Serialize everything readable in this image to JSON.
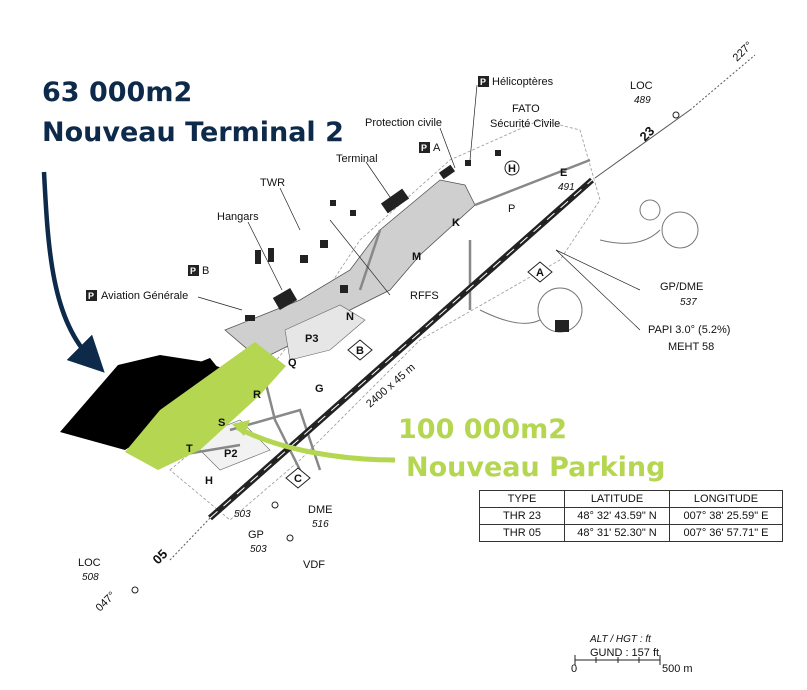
{
  "callouts": {
    "terminal_area": "63 000m2",
    "terminal_name": "Nouveau Terminal 2",
    "parking_area": "100 000m2",
    "parking_name": "Nouveau Parking"
  },
  "labels": {
    "helicopteres": "Hélicoptères",
    "fato": "FATO",
    "securite_civile": "Sécurité Civile",
    "protection_civile": "Protection civile",
    "terminal": "Terminal",
    "twr": "TWR",
    "hangars": "Hangars",
    "aviation_generale": "Aviation Générale",
    "rffs": "RFFS",
    "runway_dims": "2400 x 45 m",
    "gp_dme": "GP/DME",
    "gp_dme_alt": "537",
    "papi": "PAPI 3.0° (5.2%)",
    "meht": "MEHT 58",
    "loc_ne": "LOC",
    "loc_ne_alt": "489",
    "hdg_227": "227°",
    "loc_sw": "LOC",
    "loc_sw_alt": "508",
    "hdg_047": "047°",
    "gp_sw": "GP",
    "gp_sw_alt": "503",
    "dme_sw": "DME",
    "dme_sw_alt": "516",
    "vdf": "VDF",
    "thr05_alt": "503",
    "thr23_alt": "491",
    "rwy_23": "23",
    "rwy_05": "05"
  },
  "parking_marks": {
    "p": "P",
    "a": "A",
    "b": "B"
  },
  "taxiways": {
    "e": "E",
    "k": "K",
    "m": "M",
    "n": "N",
    "p3": "P3",
    "q": "Q",
    "g": "G",
    "r": "R",
    "s": "S",
    "t": "T",
    "p2": "P2",
    "h": "H",
    "apron_a": "A",
    "apron_b": "B",
    "apron_c": "C",
    "apron_p": "P"
  },
  "coord_table": {
    "headers": [
      "TYPE",
      "LATITUDE",
      "LONGITUDE"
    ],
    "rows": [
      [
        "THR 23",
        "48° 32' 43.59\" N",
        "007° 38' 25.59\" E"
      ],
      [
        "THR 05",
        "48° 31' 52.30\" N",
        "007° 36' 57.71\" E"
      ]
    ]
  },
  "scale": {
    "alt_hgt": "ALT / HGT : ft",
    "gund": "GUND : 157 ft",
    "zero": "0",
    "max": "500 m"
  },
  "colors": {
    "navy": "#0d2a4a",
    "lime": "#b4d651",
    "apron_gray": "#cfcfcf"
  }
}
